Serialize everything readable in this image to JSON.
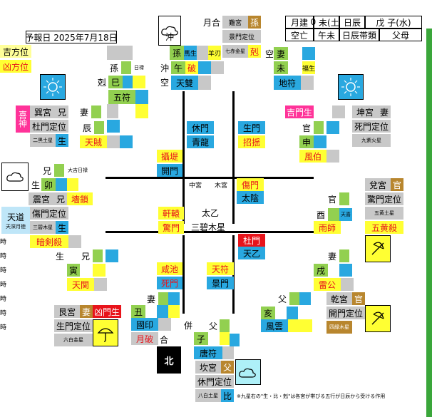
{
  "header": {
    "report_label": "予報日",
    "report_date": "2025年7月18日",
    "month_label": "月合",
    "month_palace": "難宮",
    "month_kin": "孫",
    "month_build": "月建",
    "month_build_val1": "0",
    "month_build_val2": "未(土)",
    "day_label": "日辰",
    "day_val": "戊",
    "day_val2": "子(水)",
    "kuubou": "空亡",
    "kuubou_val": "午未",
    "day_god_label": "日辰帯類",
    "day_god_val": "父母",
    "keimon": "景門定位",
    "seven_red": "七赤金星",
    "seven_red_rel": "剋",
    "lucky": "吉方位",
    "unlucky": "凶方位"
  },
  "south": {
    "chong": "沖",
    "grandson": "孫",
    "fire_horse": "午",
    "ha": "破",
    "heaven": "天雙",
    "chong2": "沖",
    "void": "空",
    "small1": "馬生",
    "small2": "羊刃"
  },
  "southeast": {
    "grandson": "孫",
    "si": "巳",
    "gofu": "五符",
    "ke": "剋",
    "void": "空",
    "zhi": "辰",
    "heaven_thief": "天賊",
    "wife": "妻",
    "palace": "巽宮",
    "kin": "兄",
    "keimon": "杜門定位",
    "star": "二黒土星",
    "rel": "生",
    "kansei": "喜神",
    "small": "日禄"
  },
  "southwest": {
    "wife": "妻",
    "zhi": "未",
    "gate": "地符",
    "void": "空",
    "lucky_gen": "吉門生",
    "kin": "官",
    "shin": "申",
    "wind": "風伯",
    "palace": "坤宮",
    "palace_kin": "妻",
    "gate_def": "死門定位",
    "star": "九紫火星",
    "small": "福生"
  },
  "center": {
    "rest": "休門",
    "blue_dragon": "青龍",
    "life": "生門",
    "beckon": "招揺",
    "ticket": "攝堤",
    "open": "開門",
    "middle": "中宮",
    "wood": "木宮",
    "injury": "傷門",
    "taiin": "太陰",
    "xuan": "軒轅",
    "sanmen": "驚門",
    "taiyi": "太乙",
    "star": "三碧木星",
    "du": "杜門",
    "heaven_yi": "天乙",
    "xian": "咸池",
    "death": "死門",
    "heaven_fu": "天符",
    "jing": "景門"
  },
  "east": {
    "kin": "兄",
    "mao": "卯",
    "palace": "震宮",
    "palace_kin": "兄",
    "seal": "墻鎖",
    "rel": "生",
    "heaven_way": "天道",
    "hours": "天深月徳",
    "gate": "傷門定位",
    "star": "三碧木星",
    "dark": "暗剣殺",
    "rel2": "生",
    "small": "大吉日禄"
  },
  "west": {
    "palace": "兌宮",
    "kin": "官",
    "kin2": "官",
    "gate": "驚門定位",
    "star": "五黄土星",
    "you": "酉",
    "rain": "雨師",
    "five_yellow": "五黄殺",
    "small": "天喜"
  },
  "northeast": {
    "kin": "兄",
    "yin": "寅",
    "heaven_gate": "天関",
    "palace": "艮宮",
    "wife": "妻",
    "bad_gen": "凶門生",
    "gate": "生門定位",
    "star": "六白金星",
    "rel": "生"
  },
  "northwest": {
    "wife": "妻",
    "xu": "戌",
    "thunder": "雷公",
    "father": "父",
    "hai": "亥",
    "wind_cloud": "風雲",
    "palace": "乾宮",
    "kin": "官",
    "gate": "開門定位",
    "star": "四緑木星"
  },
  "north": {
    "wife": "妻",
    "chou": "丑",
    "seal": "國印",
    "moon_break": "月破",
    "he": "合",
    "bing": "併",
    "father": "父",
    "zi": "子",
    "tang": "唐符",
    "palace": "坎宮",
    "kin": "父",
    "gate": "休門定位",
    "star": "八白土星",
    "rel": "比",
    "north_label": "北"
  },
  "footnote": "※九星右の\"生・比・剋\"は各宮が帯びる五行が日辰から受ける作用",
  "side_chars": [
    "時",
    "時",
    "時",
    "時",
    "時",
    "時",
    "時"
  ]
}
